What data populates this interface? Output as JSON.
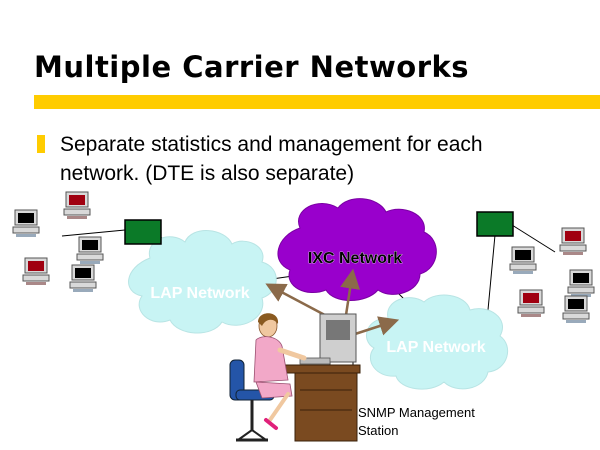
{
  "title": "Multiple Carrier Networks",
  "bullet": "Separate statistics and management for each network.  (DTE is also separate)",
  "clouds": {
    "left": "LAP Network",
    "center": "IXC Network",
    "right": "LAP Network"
  },
  "caption": "SNMP Management\nStation",
  "colors": {
    "accent": "#FFCC00",
    "lap_cloud": "#C8F4F4",
    "ixc_cloud": "#9900CC",
    "switch": "#0B7A28",
    "arrow": "#8B6A4A"
  }
}
